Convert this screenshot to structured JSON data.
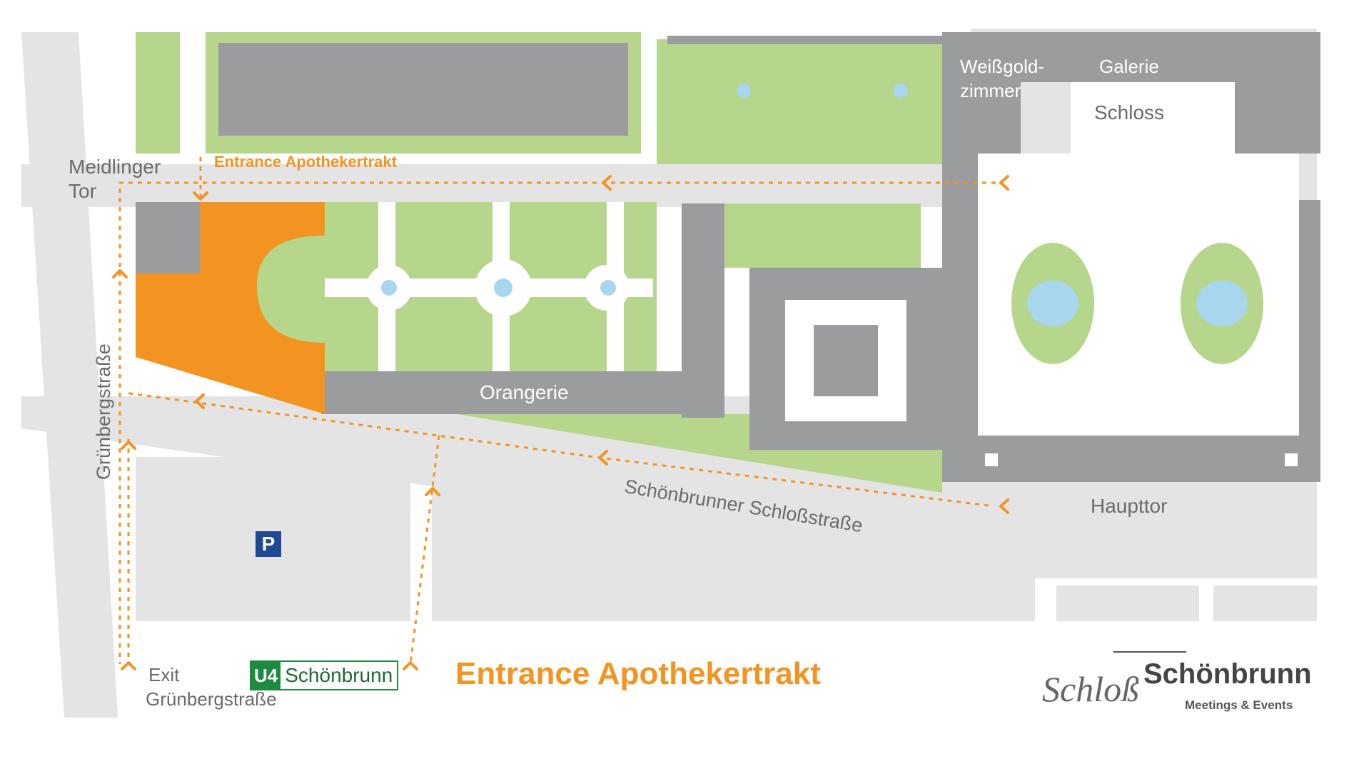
{
  "labels": {
    "meidlinger_tor": [
      "Meidlinger",
      "Tor"
    ],
    "weissgold": [
      "Weißgold-",
      "zimmer"
    ],
    "galerie": "Galerie",
    "schloss": "Schloss",
    "orangerie": "Orangerie",
    "haupttor": "Haupttor",
    "gruenbergstrasse": "Grünbergstraße",
    "schoenbrunner_schlossstrasse": "Schönbrunner Schloßstraße",
    "exit": [
      "Exit",
      "Grünbergstraße"
    ],
    "entrance_small": "Entrance Apothekertrakt",
    "entrance_big": "Entrance Apothekertrakt",
    "parking": "P"
  },
  "u4_sign": {
    "line": "U4",
    "station": "Schönbrunn"
  },
  "logo": {
    "script": "Schloß",
    "name": "Schönbrunn",
    "subtitle": "Meetings & Events"
  },
  "colors": {
    "building": "#9b9c9e",
    "garden": "#b5d68b",
    "street": "#e4e4e4",
    "highlight": "#f39422",
    "water": "#a8d6ef",
    "path": "#f39422"
  },
  "icons": [
    "parking-icon",
    "arrow-left-icon",
    "arrow-up-icon",
    "arrow-down-icon"
  ]
}
